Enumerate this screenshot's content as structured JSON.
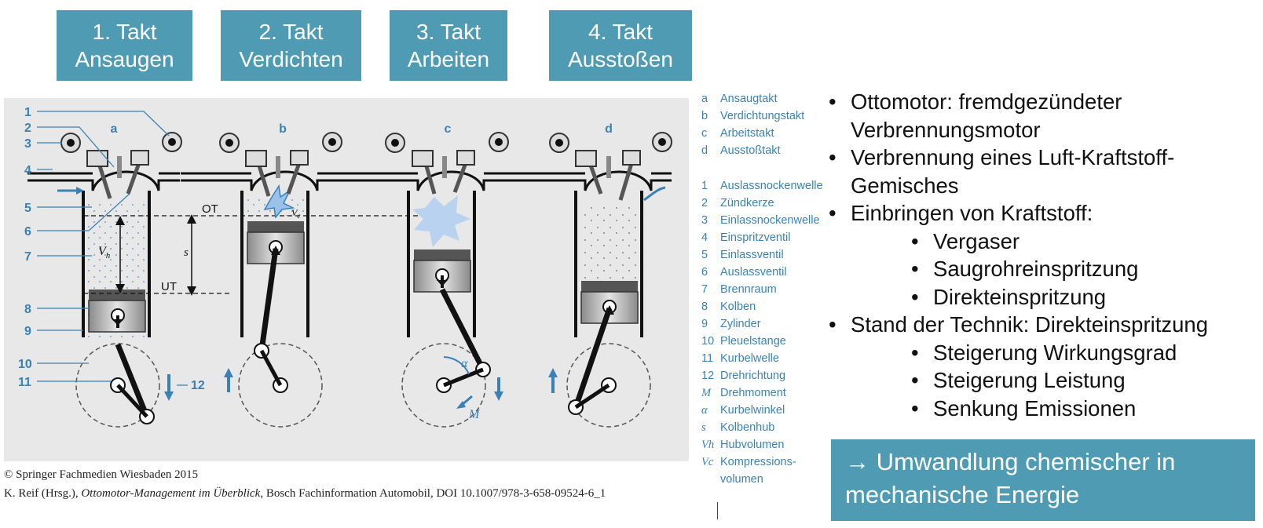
{
  "takte": [
    {
      "line1": "1. Takt",
      "line2": "Ansaugen"
    },
    {
      "line1": "2. Takt",
      "line2": "Verdichten"
    },
    {
      "line1": "3. Takt",
      "line2": "Arbeiten"
    },
    {
      "line1": "4. Takt",
      "line2": "Ausstoßen"
    }
  ],
  "figure": {
    "panel_letters": [
      "a",
      "b",
      "c",
      "d"
    ],
    "callouts": [
      "1",
      "2",
      "3",
      "4",
      "5",
      "6",
      "7",
      "8",
      "9",
      "10",
      "11",
      "12"
    ],
    "labels": {
      "ot": "OT",
      "ut": "UT",
      "vh": "V",
      "vh_sub": "h",
      "s": "s",
      "vc": "V",
      "vc_sub": "c",
      "alpha": "α",
      "m": "M"
    }
  },
  "credit": {
    "line1": "© Springer Fachmedien Wiesbaden 2015",
    "line2_pre": "K. Reif (Hrsg.), ",
    "line2_title": "Ottomotor-Management im Überblick",
    "line2_post": ", Bosch Fachinformation Automobil, DOI 10.1007/978-3-658-09524-6_1"
  },
  "legend": [
    {
      "key": "a",
      "label": "Ansaugtakt"
    },
    {
      "key": "b",
      "label": "Verdichtungstakt"
    },
    {
      "key": "c",
      "label": "Arbeitstakt"
    },
    {
      "key": "d",
      "label": "Ausstoßtakt"
    },
    {
      "key": "1",
      "label": "Auslassnockenwelle"
    },
    {
      "key": "2",
      "label": "Zündkerze"
    },
    {
      "key": "3",
      "label": "Einlassnockenwelle"
    },
    {
      "key": "4",
      "label": "Einspritzventil"
    },
    {
      "key": "5",
      "label": "Einlassventil"
    },
    {
      "key": "6",
      "label": "Auslassventil"
    },
    {
      "key": "7",
      "label": "Brennraum"
    },
    {
      "key": "8",
      "label": "Kolben"
    },
    {
      "key": "9",
      "label": "Zylinder"
    },
    {
      "key": "10",
      "label": "Pleuelstange"
    },
    {
      "key": "11",
      "label": "Kurbelwelle"
    },
    {
      "key": "12",
      "label": "Drehrichtung"
    },
    {
      "key": "M",
      "label": "Drehmoment"
    },
    {
      "key": "α",
      "label": "Kurbelwinkel"
    },
    {
      "key": "s",
      "label": "Kolbenhub"
    },
    {
      "key": "Vh",
      "label": "Hubvolumen"
    },
    {
      "key": "Vc",
      "label": "Kompressions-"
    },
    {
      "key": "",
      "label": "volumen"
    }
  ],
  "bullets": {
    "b1": "Ottomotor: fremdgezündeter Verbrennungsmotor",
    "b2": "Verbrennung eines Luft-Kraftstoff-Gemisches",
    "b3": "Einbringen von Kraftstoff:",
    "b3_sub": [
      "Vergaser",
      "Saugrohreinspritzung",
      "Direkteinspritzung"
    ],
    "b4": "Stand der Technik: Direkteinspritzung",
    "b4_sub": [
      "Steigerung Wirkungsgrad",
      "Steigerung Leistung",
      "Senkung Emissionen"
    ]
  },
  "conclusion": "→ Umwandlung chemischer in mechanische Energie",
  "colors": {
    "accent": "#4e9bb3",
    "diagram_blue": "#3a82b5",
    "panel_bg": "#eaeaea"
  }
}
